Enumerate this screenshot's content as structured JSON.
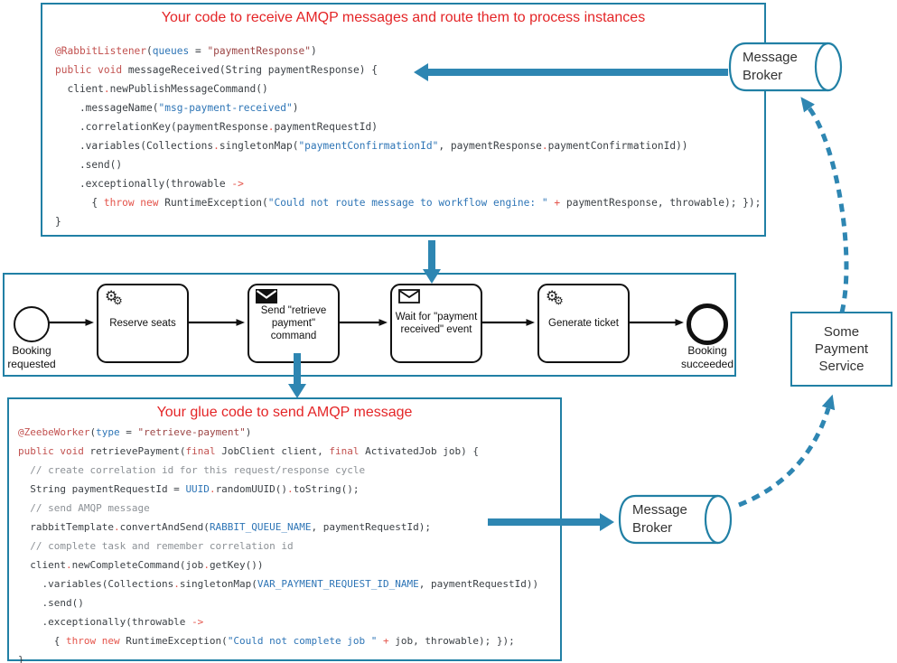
{
  "colors": {
    "accent_teal": "#2180a5",
    "arrow_teal": "#2e86b2",
    "title_red": "#e42527"
  },
  "top_code_box": {
    "title": "Your code to receive AMQP messages and route them to process instances",
    "lines": [
      [
        [
          "k",
          "@RabbitListener"
        ],
        [
          "p",
          "("
        ],
        [
          "b",
          "queues"
        ],
        [
          "p",
          " = "
        ],
        [
          "s",
          "\"paymentResponse\""
        ],
        [
          "p",
          ")"
        ]
      ],
      [
        [
          "k",
          "public void "
        ],
        [
          "p",
          "messageReceived(String paymentResponse) {"
        ]
      ],
      [
        [
          "p",
          "  client"
        ],
        [
          "r",
          "."
        ],
        [
          "p",
          "newPublishMessageCommand()"
        ]
      ],
      [
        [
          "p",
          "    .messageName("
        ],
        [
          "b",
          "\"msg-payment-received\""
        ],
        [
          "p",
          ")"
        ]
      ],
      [
        [
          "p",
          "    .correlationKey(paymentResponse"
        ],
        [
          "r",
          "."
        ],
        [
          "p",
          "paymentRequestId)"
        ]
      ],
      [
        [
          "p",
          "    .variables(Collections"
        ],
        [
          "r",
          "."
        ],
        [
          "p",
          "singletonMap("
        ],
        [
          "b",
          "\"paymentConfirmationId\""
        ],
        [
          "p",
          ", paymentResponse"
        ],
        [
          "r",
          "."
        ],
        [
          "p",
          "paymentConfirmationId))"
        ]
      ],
      [
        [
          "p",
          "    .send()"
        ]
      ],
      [
        [
          "p",
          "    .exceptionally(throwable "
        ],
        [
          "r",
          "->"
        ]
      ],
      [
        [
          "p",
          "      { "
        ],
        [
          "r",
          "throw new "
        ],
        [
          "p",
          "RuntimeException("
        ],
        [
          "b",
          "\"Could not route message to workflow engine: \""
        ],
        [
          "p",
          " "
        ],
        [
          "r",
          "+"
        ],
        [
          "p",
          " paymentResponse, throwable); });"
        ]
      ],
      [
        [
          "p",
          "}"
        ]
      ]
    ]
  },
  "bpmn": {
    "start_label": "Booking requested",
    "end_label": "Booking succeeded",
    "tasks": [
      {
        "label": "Reserve seats",
        "icon": "service-gears"
      },
      {
        "label": "Send \"retrieve payment\" command",
        "icon": "send-envelope"
      },
      {
        "label": "Wait for \"payment received\" event",
        "icon": "receive-envelope"
      },
      {
        "label": "Generate ticket",
        "icon": "service-gears"
      }
    ]
  },
  "bottom_code_box": {
    "title": "Your glue code to send AMQP message",
    "lines": [
      [
        [
          "k",
          "@ZeebeWorker"
        ],
        [
          "p",
          "("
        ],
        [
          "b",
          "type"
        ],
        [
          "p",
          " = "
        ],
        [
          "s",
          "\"retrieve-payment\""
        ],
        [
          "p",
          ")"
        ]
      ],
      [
        [
          "k",
          "public void "
        ],
        [
          "p",
          "retrievePayment("
        ],
        [
          "k",
          "final"
        ],
        [
          "p",
          " JobClient client, "
        ],
        [
          "k",
          "final"
        ],
        [
          "p",
          " ActivatedJob job) {"
        ]
      ],
      [
        [
          "c",
          "  // create correlation id for this request/response cycle"
        ]
      ],
      [
        [
          "p",
          "  String paymentRequestId = "
        ],
        [
          "b",
          "UUID"
        ],
        [
          "r",
          "."
        ],
        [
          "p",
          "randomUUID()"
        ],
        [
          "r",
          "."
        ],
        [
          "p",
          "toString();"
        ]
      ],
      [
        [
          "c",
          "  // send AMQP message"
        ]
      ],
      [
        [
          "p",
          "  rabbitTemplate"
        ],
        [
          "r",
          "."
        ],
        [
          "p",
          "convertAndSend("
        ],
        [
          "b",
          "RABBIT_QUEUE_NAME"
        ],
        [
          "p",
          ", paymentRequestId);"
        ]
      ],
      [
        [
          "c",
          "  // complete task and remember correlation id"
        ]
      ],
      [
        [
          "p",
          "  client"
        ],
        [
          "r",
          "."
        ],
        [
          "p",
          "newCompleteCommand(job"
        ],
        [
          "r",
          "."
        ],
        [
          "p",
          "getKey())"
        ]
      ],
      [
        [
          "p",
          "    .variables(Collections"
        ],
        [
          "r",
          "."
        ],
        [
          "p",
          "singletonMap("
        ],
        [
          "b",
          "VAR_PAYMENT_REQUEST_ID_NAME"
        ],
        [
          "p",
          ", paymentRequestId))"
        ]
      ],
      [
        [
          "p",
          "    .send()"
        ]
      ],
      [
        [
          "p",
          "    .exceptionally(throwable "
        ],
        [
          "r",
          "->"
        ]
      ],
      [
        [
          "p",
          "      { "
        ],
        [
          "r",
          "throw new "
        ],
        [
          "p",
          "RuntimeException("
        ],
        [
          "b",
          "\"Could not complete job \""
        ],
        [
          "p",
          " "
        ],
        [
          "r",
          "+"
        ],
        [
          "p",
          " job, throwable); });"
        ]
      ],
      [
        [
          "p",
          "}"
        ]
      ]
    ]
  },
  "brokers": {
    "top_label": "Message Broker",
    "bottom_label": "Message Broker"
  },
  "payment_service_label": "Some Payment Service"
}
